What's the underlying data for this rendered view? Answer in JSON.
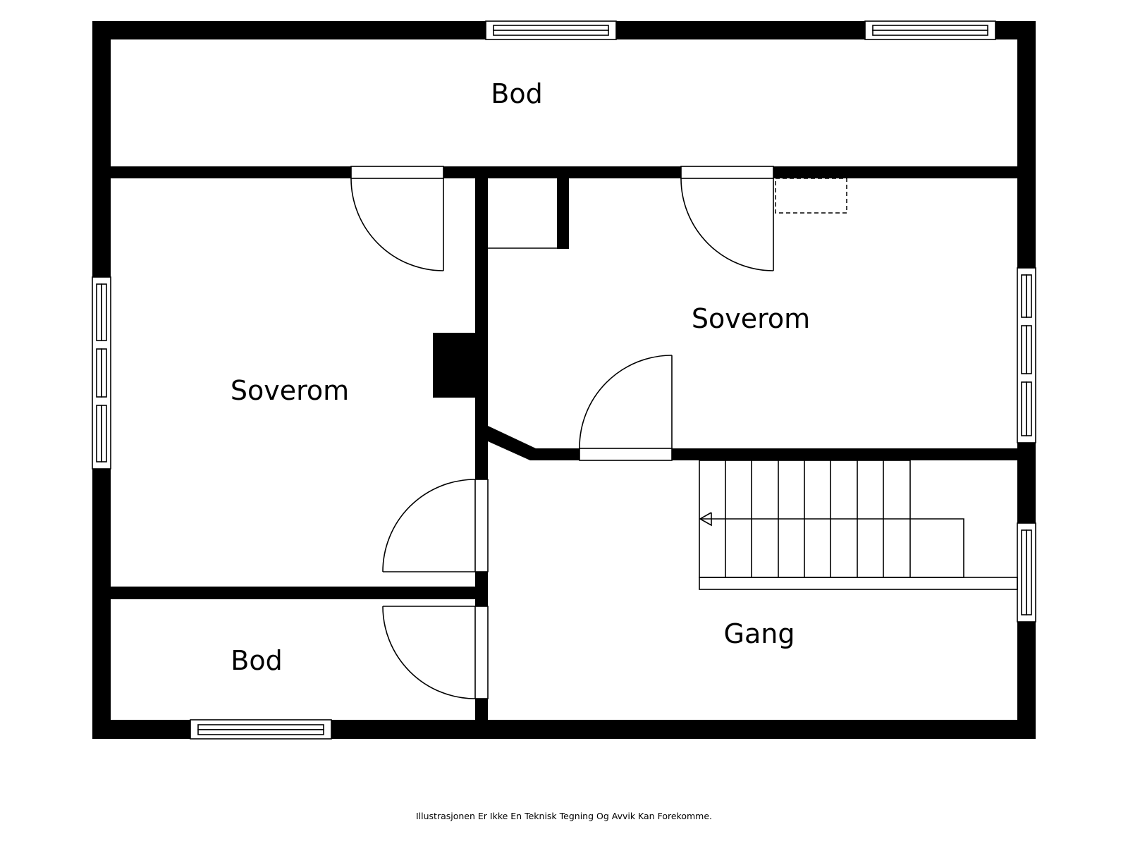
{
  "rooms": [
    {
      "id": "bod-top",
      "label": "Bod"
    },
    {
      "id": "soverom-left",
      "label": "Soverom"
    },
    {
      "id": "soverom-right",
      "label": "Soverom"
    },
    {
      "id": "bod-bottom",
      "label": "Bod"
    },
    {
      "id": "gang",
      "label": "Gang"
    }
  ],
  "footer": {
    "disclaimer": "Illustrasjonen Er Ikke En Teknisk Tegning Og Avvik Kan Forekomme."
  },
  "colors": {
    "wall": "#000000",
    "background": "#ffffff"
  }
}
